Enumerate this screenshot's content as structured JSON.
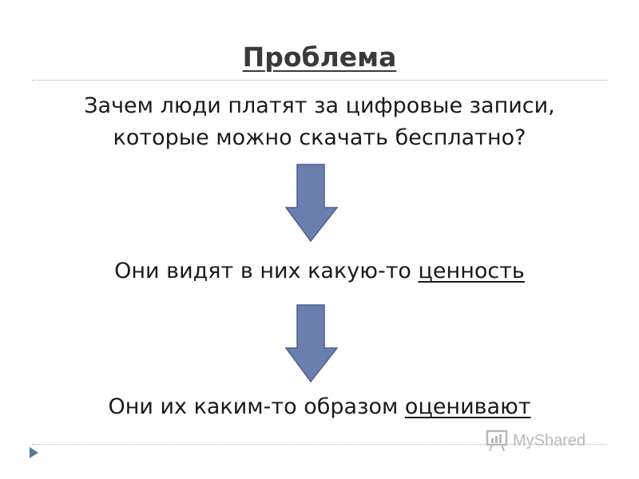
{
  "slide": {
    "title": "Проблема",
    "question_line1": "Зачем люди платят за цифровые записи,",
    "question_line2": "которые можно скачать бесплатно?",
    "step2_prefix": "Они видят в них какую-то ",
    "step2_emphasis": "ценность",
    "step3_prefix": "Они их каким-то образом ",
    "step3_emphasis": "оценивают"
  },
  "arrows": [
    {
      "icon": "down-arrow-icon",
      "color": "#6b7fae"
    },
    {
      "icon": "down-arrow-icon",
      "color": "#6b7fae"
    }
  ],
  "watermark": {
    "text": "MyShared",
    "icon": "presentation-board-icon"
  },
  "nav": {
    "icon": "play-triangle-icon",
    "color": "#5a7a8f"
  }
}
